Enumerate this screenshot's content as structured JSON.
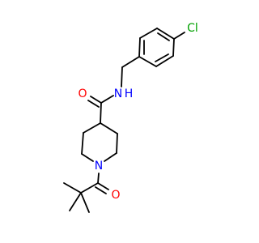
{
  "molecule": {
    "colors": {
      "bond": "#000000",
      "oxygen": "#FF0000",
      "nitrogen": "#0000FF",
      "chlorine": "#00A000",
      "background": "#FFFFFF"
    },
    "labels": {
      "chlorine": "Cl",
      "carbonyl_oxygen_amide": "O",
      "amide_nitrogen": "N",
      "amide_hydrogen": "H",
      "piperidine_nitrogen": "N",
      "carbonyl_oxygen_pivaloyl": "O"
    }
  }
}
